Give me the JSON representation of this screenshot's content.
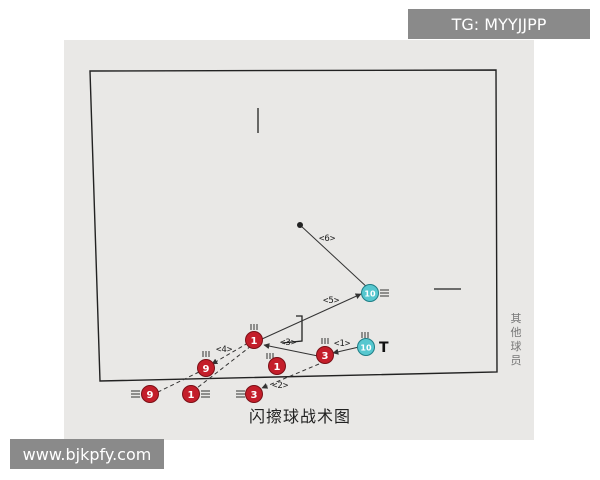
{
  "watermarks": {
    "top": "TG: MYYJJPP",
    "bottom": "www.bjkpfy.com"
  },
  "caption": "闪擦球战术图",
  "side_note": "其他球员",
  "target_mark": "T",
  "colors": {
    "red_player": "#c41e2a",
    "blue_player": "#56c7cf",
    "line": "#333333",
    "paper": "#e9e8e6"
  },
  "route_labels": {
    "r1": "<1>",
    "r2": "<2>",
    "r3": "<3>",
    "r4": "<4>",
    "r5": "<5>",
    "r6": "<6>"
  },
  "players": [
    {
      "id": "p-red-1-top",
      "number": "1",
      "team": "red"
    },
    {
      "id": "p-red-1-mid",
      "number": "1",
      "team": "red"
    },
    {
      "id": "p-red-3-mid",
      "number": "3",
      "team": "red"
    },
    {
      "id": "p-red-9-mid",
      "number": "9",
      "team": "red"
    },
    {
      "id": "p-red-9-bottom",
      "number": "9",
      "team": "red"
    },
    {
      "id": "p-red-1-bottom",
      "number": "1",
      "team": "red"
    },
    {
      "id": "p-red-3-bottom",
      "number": "3",
      "team": "red"
    },
    {
      "id": "p-blue-10-right",
      "number": "10",
      "team": "blue"
    },
    {
      "id": "p-blue-10-upper",
      "number": "10",
      "team": "blue"
    }
  ]
}
